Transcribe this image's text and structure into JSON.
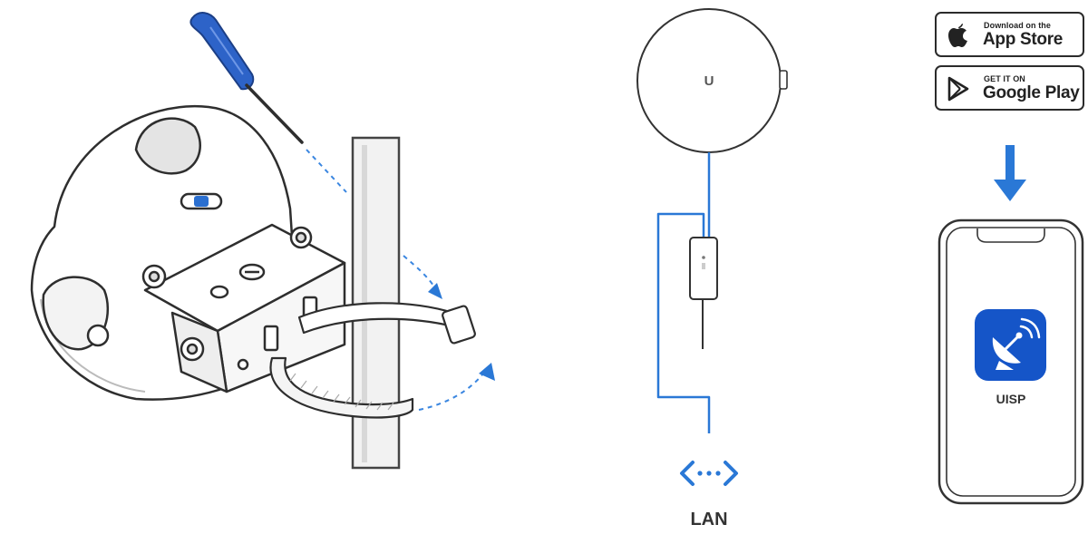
{
  "app_store": {
    "small": "Download on the",
    "big": "App Store",
    "icon": "apple-icon"
  },
  "google_play": {
    "small": "GET IT ON",
    "big": "Google Play",
    "icon": "play-store-icon"
  },
  "phone_app": {
    "label": "UISP",
    "icon": "satellite-dish-icon"
  },
  "lan": {
    "label": "LAN",
    "icon": "lan-icon"
  },
  "device": {
    "logo": "U"
  },
  "colors": {
    "accent_blue": "#2a78d6",
    "app_icon_blue": "#1555c8",
    "line": "#3a3a3a"
  }
}
